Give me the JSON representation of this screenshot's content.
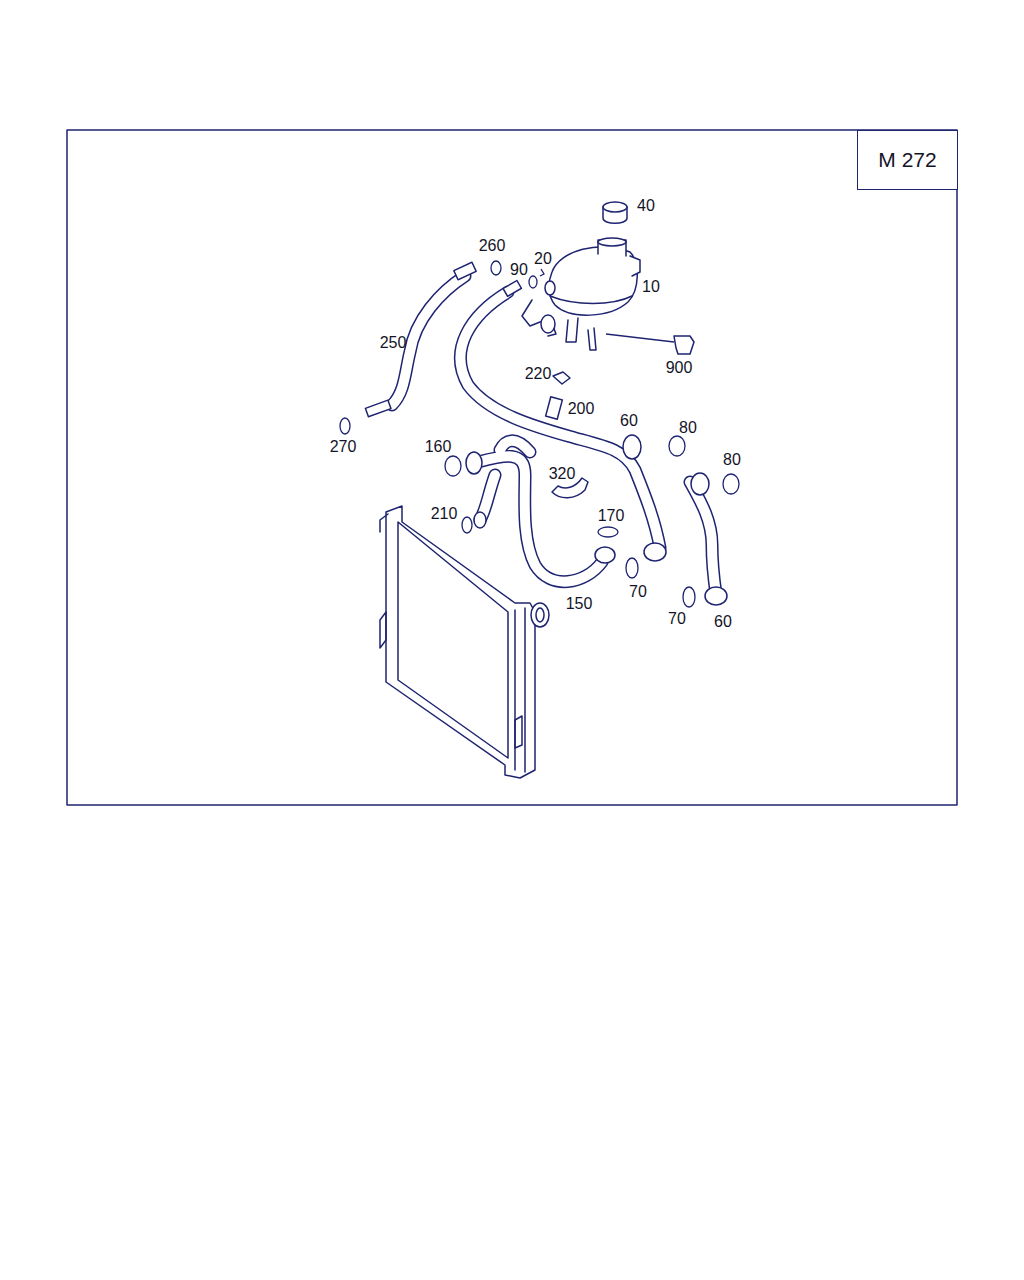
{
  "diagram": {
    "nodes": [
      {
        "text": [
          "M 272"
        ]
      }
    ],
    "edges": [],
    "labels": [
      "40",
      "260",
      "20",
      "90",
      "10",
      "250",
      "900",
      "220",
      "200",
      "60",
      "80",
      "160",
      "270",
      "80",
      "320",
      "210",
      "170",
      "70",
      "150",
      "70",
      "60"
    ]
  }
}
